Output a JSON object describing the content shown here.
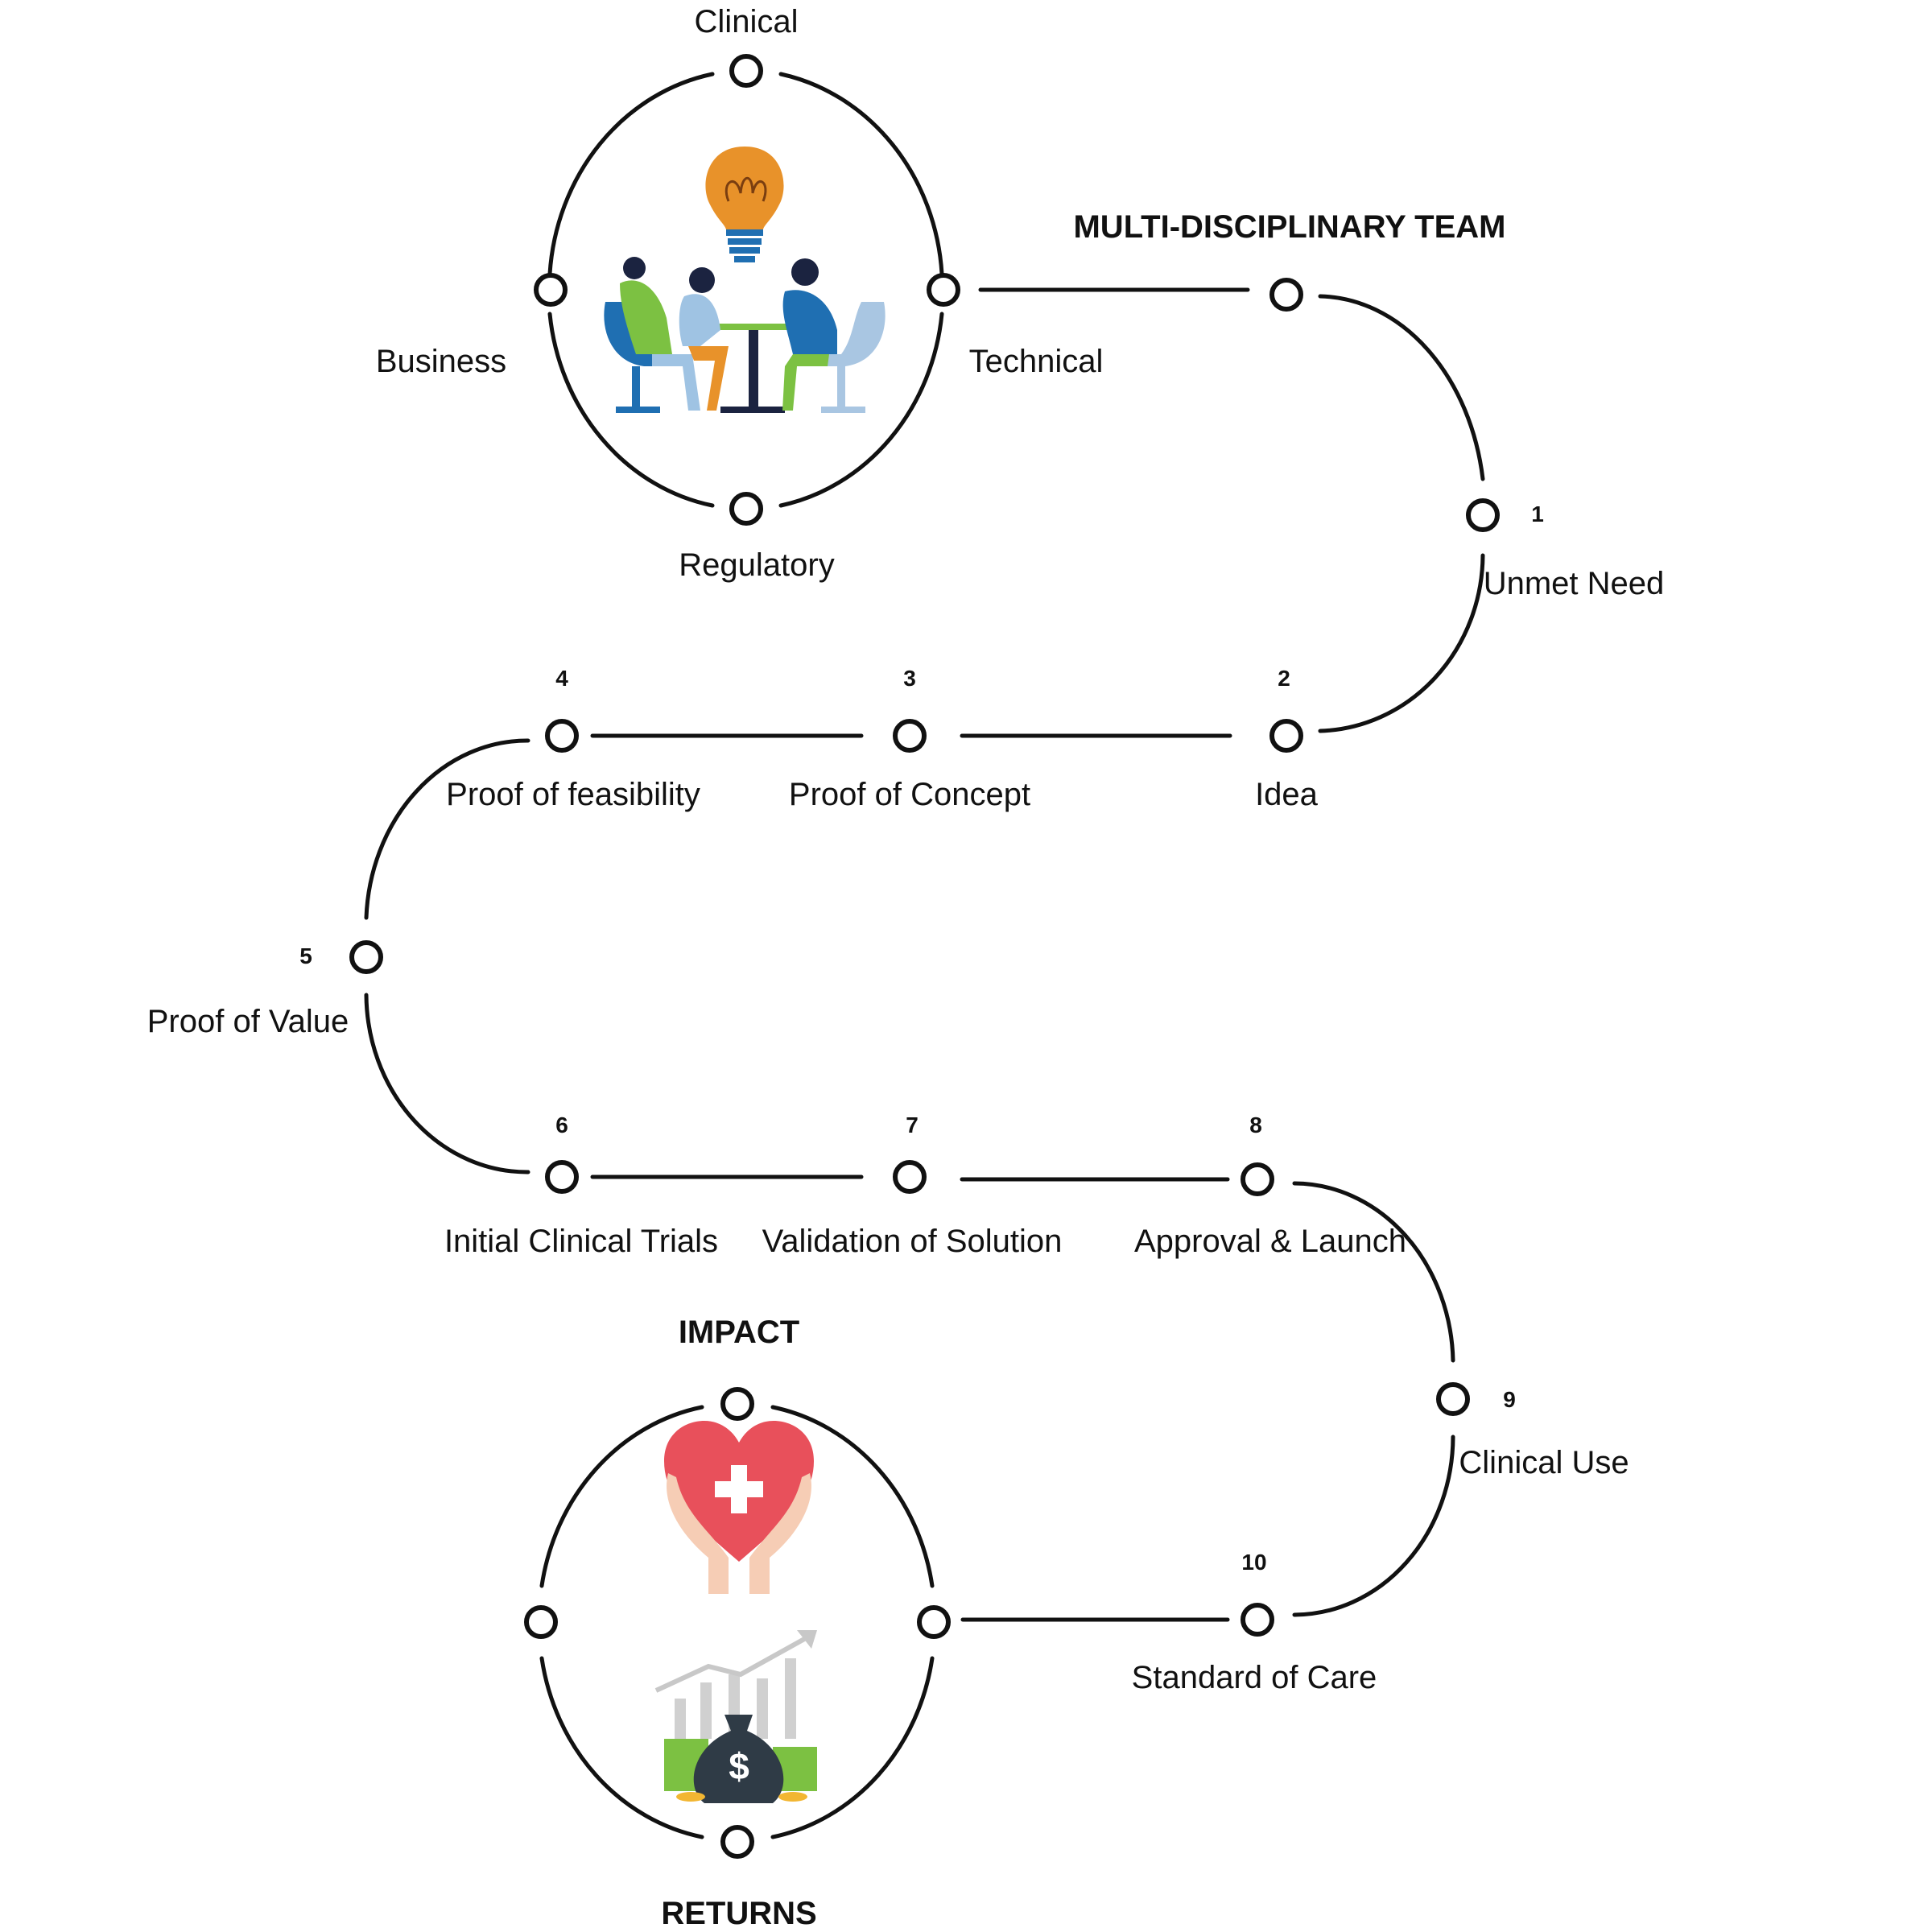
{
  "team": {
    "heading": "MULTI-DISCIPLINARY TEAM",
    "disciplines": {
      "top": "Clinical",
      "left": "Business",
      "right": "Technical",
      "bottom": "Regulatory"
    }
  },
  "steps": [
    {
      "num": "1",
      "label": "Unmet Need"
    },
    {
      "num": "2",
      "label": "Idea"
    },
    {
      "num": "3",
      "label": "Proof of Concept"
    },
    {
      "num": "4",
      "label": "Proof of feasibility"
    },
    {
      "num": "5",
      "label": "Proof of Value"
    },
    {
      "num": "6",
      "label": "Initial Clinical Trials"
    },
    {
      "num": "7",
      "label": "Validation of Solution"
    },
    {
      "num": "8",
      "label": "Approval & Launch"
    },
    {
      "num": "9",
      "label": "Clinical Use"
    },
    {
      "num": "10",
      "label": "Standard of Care"
    }
  ],
  "outcome": {
    "top": "IMPACT",
    "bottom": "RETURNS"
  },
  "colors": {
    "line": "#111111",
    "bulb": "#e8922a",
    "heart": "#e8505b",
    "money": "#2f3b46",
    "green": "#7cc142",
    "blue": "#1f6fb2"
  }
}
